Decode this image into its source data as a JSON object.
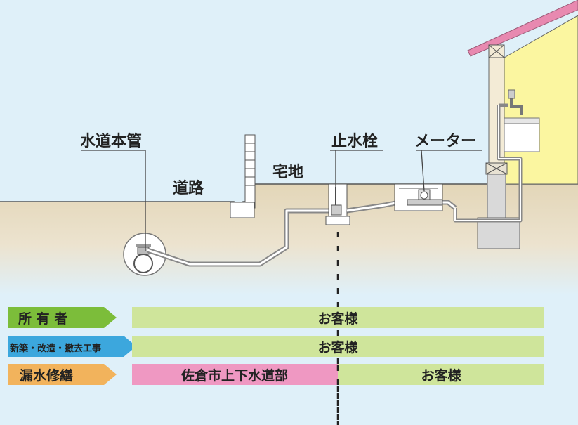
{
  "labels": {
    "main_pipe": "水道本管",
    "stop_valve": "止水栓",
    "meter": "メーター",
    "residential_land": "宅地",
    "road": "道路"
  },
  "rows": [
    {
      "label": "所 有 者",
      "label_color": "#7cbd3a",
      "segments": [
        "お客様"
      ]
    },
    {
      "label": "新築・改造・撤去工事",
      "label_color": "#3ca7dd",
      "segments": [
        "お客様"
      ]
    },
    {
      "label": "漏水修繕",
      "label_color": "#f2b35c",
      "segments": [
        "佐倉市上下水道部",
        "お客様"
      ]
    }
  ],
  "colors": {
    "background": "#dff0f9",
    "ground": "#e3d6b8",
    "house_wall": "#fbf6a0",
    "roof": "#e889b0",
    "segment_customer": "#cfe59b",
    "segment_city": "#ef98c2"
  }
}
